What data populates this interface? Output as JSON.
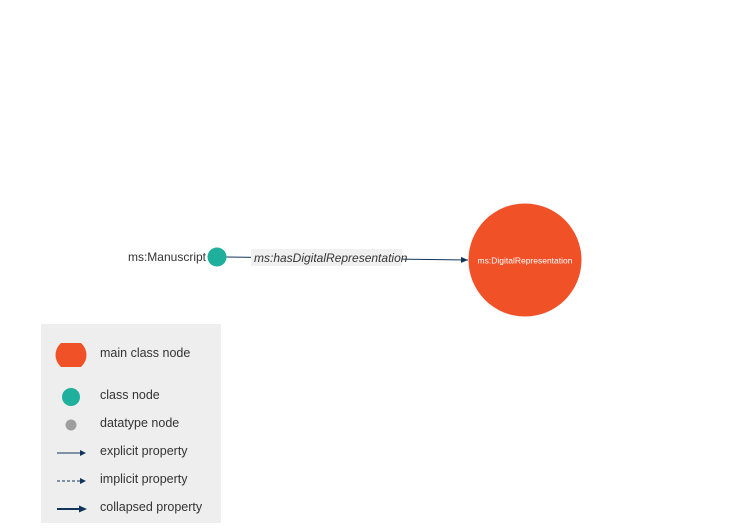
{
  "diagram": {
    "nodes": {
      "manuscript": {
        "label": "ms:Manuscript",
        "kind": "class node"
      },
      "digital_representation": {
        "label": "ms:DigitalRepresentation",
        "kind": "main class node"
      }
    },
    "edges": [
      {
        "label": "ms:hasDigitalRepresentation",
        "from": "manuscript",
        "to": "digital_representation",
        "kind": "explicit property"
      }
    ]
  },
  "legend": {
    "items": [
      {
        "label": "main class node",
        "symbol": "main-class-node-icon"
      },
      {
        "label": "class node",
        "symbol": "class-node-icon"
      },
      {
        "label": "datatype node",
        "symbol": "datatype-node-icon"
      },
      {
        "label": "explicit property",
        "symbol": "explicit-property-arrow-icon"
      },
      {
        "label": "implicit property",
        "symbol": "implicit-property-arrow-icon"
      },
      {
        "label": "collapsed property",
        "symbol": "collapsed-property-arrow-icon"
      }
    ]
  },
  "colors": {
    "main_class": "#f05127",
    "class": "#1eb09d",
    "datatype": "#9e9e9e",
    "edge": "#12345a",
    "legend_bg": "#eeeeee",
    "edge_label_bg": "#f0f0f0"
  }
}
